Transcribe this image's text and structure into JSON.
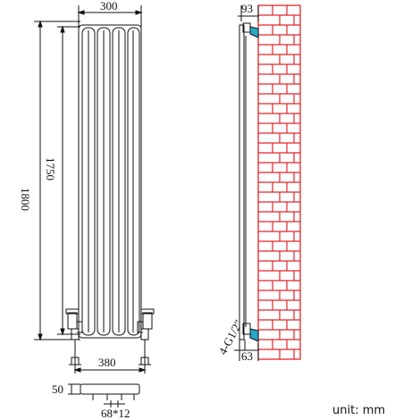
{
  "diagram": {
    "front_view": {
      "width_label": "300",
      "total_height_label": "1800",
      "panel_height_label": "1750",
      "pipe_centres_label": "380",
      "panel_count": 4
    },
    "side_view": {
      "top_offset_label": "93",
      "bottom_offset_label": "63",
      "thread_label": "4-G1/2\""
    },
    "bottom_view": {
      "depth_label": "50",
      "bracket_label": "68*12"
    },
    "unit_label": "unit: mm",
    "colors": {
      "line": "#111111",
      "brick": "#e0262a",
      "valve_accent": "#2aa7c9"
    }
  }
}
